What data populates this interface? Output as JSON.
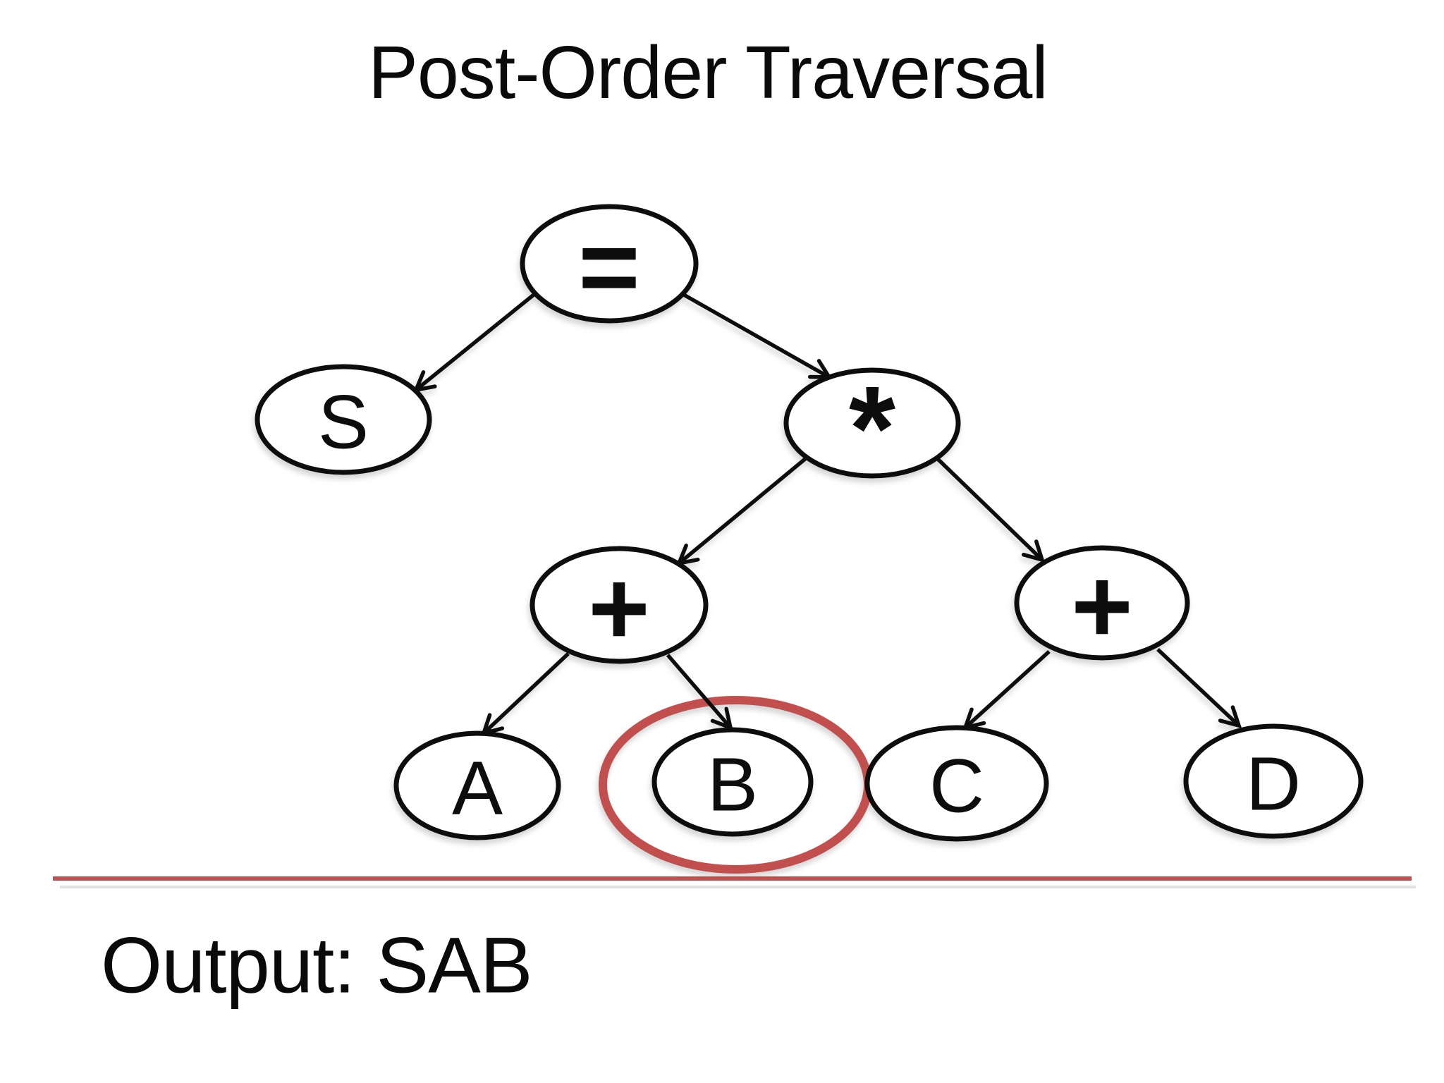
{
  "slide": {
    "title": "Post-Order Traversal",
    "output_text": "Output: SAB"
  },
  "tree": {
    "type": "binary-expression-tree",
    "traversal": "post-order",
    "nodes": [
      {
        "id": "equals",
        "label": "=",
        "role": "root-operator"
      },
      {
        "id": "s",
        "label": "S",
        "role": "operand"
      },
      {
        "id": "star",
        "label": "*",
        "role": "operator"
      },
      {
        "id": "plus-left",
        "label": "+",
        "role": "operator"
      },
      {
        "id": "plus-right",
        "label": "+",
        "role": "operator"
      },
      {
        "id": "a",
        "label": "A",
        "role": "operand"
      },
      {
        "id": "b",
        "label": "B",
        "role": "operand",
        "highlighted": true
      },
      {
        "id": "c",
        "label": "C",
        "role": "operand"
      },
      {
        "id": "d",
        "label": "D",
        "role": "operand"
      }
    ],
    "edges": [
      {
        "from": "equals",
        "to": "s"
      },
      {
        "from": "equals",
        "to": "star"
      },
      {
        "from": "star",
        "to": "plus-left"
      },
      {
        "from": "star",
        "to": "plus-right"
      },
      {
        "from": "plus-left",
        "to": "a"
      },
      {
        "from": "plus-left",
        "to": "b"
      },
      {
        "from": "plus-right",
        "to": "c"
      },
      {
        "from": "plus-right",
        "to": "d"
      }
    ],
    "highlighted_node": "B"
  },
  "colors": {
    "highlight": "#c0504d",
    "divider": "#c0504d",
    "stroke": "#0a0a0a",
    "background": "#ffffff"
  }
}
